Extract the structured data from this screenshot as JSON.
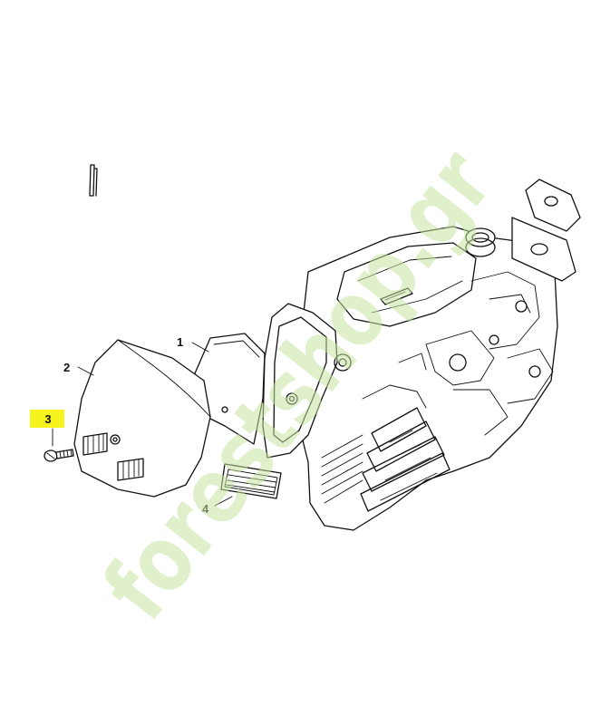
{
  "callouts": [
    {
      "id": "1",
      "label": "1",
      "highlighted": false
    },
    {
      "id": "2",
      "label": "2",
      "highlighted": false
    },
    {
      "id": "3",
      "label": "3",
      "highlighted": true
    },
    {
      "id": "4",
      "label": "4",
      "highlighted": false
    }
  ],
  "watermark": {
    "text": "forestshop.gr",
    "colors": {
      "green": "#c5e3a0",
      "orange": "#f5b060",
      "gray": "#c9c2b4"
    }
  },
  "highlight_color": "#f7f31c"
}
